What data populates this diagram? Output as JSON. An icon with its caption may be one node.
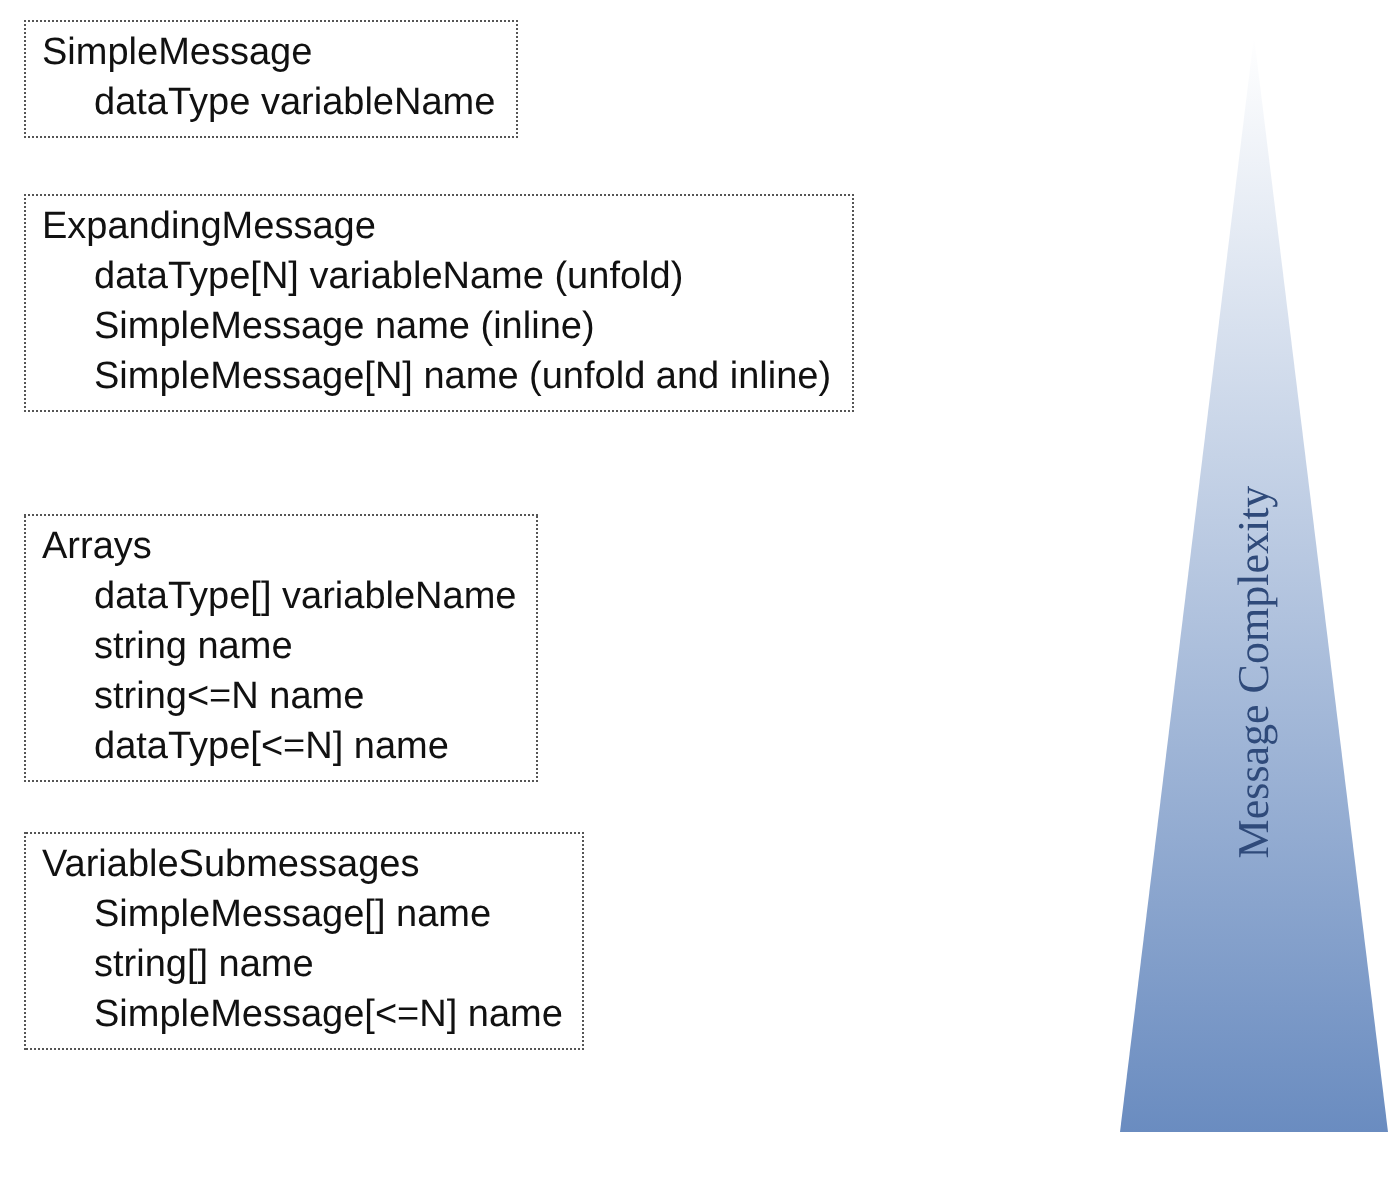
{
  "diagram": {
    "nodes": [
      {
        "text": [
          "SimpleMessage",
          "dataType variableName"
        ]
      },
      {
        "text": [
          "ExpandingMessage",
          "dataType[N] variableName (unfold)",
          "SimpleMessage name (inline)",
          "SimpleMessage[N] name (unfold and inline)"
        ]
      },
      {
        "text": [
          "Arrays",
          "dataType[] variableName",
          "string name",
          "string<=N name",
          "dataType[<=N] name"
        ]
      },
      {
        "text": [
          "VariableSubmessages",
          "SimpleMessage[] name",
          "string[] name",
          "SimpleMessage[<=N] name"
        ]
      },
      {
        "text": [
          "Message Complexity"
        ]
      }
    ]
  }
}
